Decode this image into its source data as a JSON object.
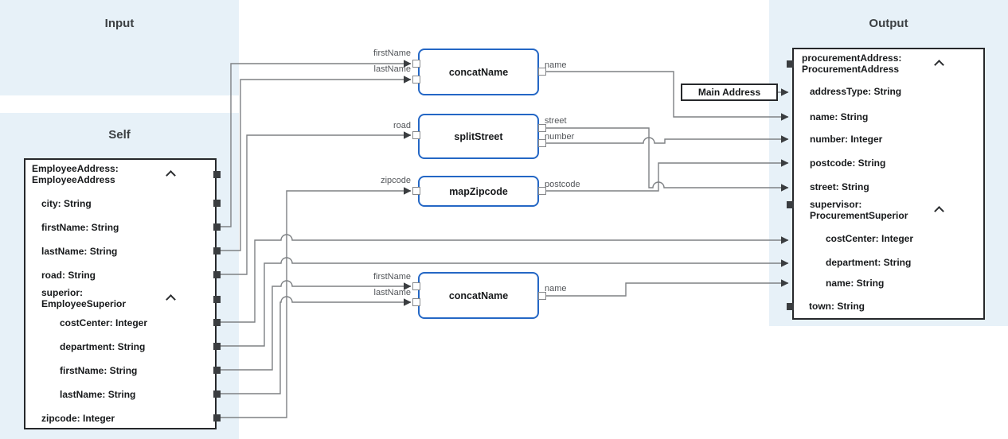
{
  "panels": {
    "input": {
      "title": "Input"
    },
    "self": {
      "title": "Self"
    },
    "output": {
      "title": "Output"
    }
  },
  "self_box": {
    "rows": [
      {
        "l1": "EmployeeAddress:",
        "l2": "EmployeeAddress"
      },
      {
        "l1": "city: String"
      },
      {
        "l1": "firstName: String"
      },
      {
        "l1": "lastName: String"
      },
      {
        "l1": "road: String"
      },
      {
        "l1": "superior:",
        "l2": "EmployeeSuperior"
      },
      {
        "l1": "costCenter: Integer"
      },
      {
        "l1": "department: String"
      },
      {
        "l1": "firstName: String"
      },
      {
        "l1": "lastName: String"
      },
      {
        "l1": "zipcode: Integer"
      }
    ]
  },
  "output_box": {
    "rows": [
      {
        "l1": "procurementAddress:",
        "l2": "ProcurementAddress"
      },
      {
        "l1": "addressType: String"
      },
      {
        "l1": "name: String"
      },
      {
        "l1": "number: Integer"
      },
      {
        "l1": "postcode: String"
      },
      {
        "l1": "street: String"
      },
      {
        "l1": "supervisor:",
        "l2": "ProcurementSuperior"
      },
      {
        "l1": "costCenter: Integer"
      },
      {
        "l1": "department: String"
      },
      {
        "l1": "name: String"
      },
      {
        "l1": "town: String"
      }
    ]
  },
  "functions": [
    {
      "label": "concatName",
      "in1": "firstName",
      "in2": "lastName",
      "out1": "name"
    },
    {
      "label": "splitStreet",
      "in1": "road",
      "out1": "street",
      "out2": "number"
    },
    {
      "label": "mapZipcode",
      "in1": "zipcode",
      "out1": "postcode"
    },
    {
      "label": "concatName",
      "in1": "firstName",
      "in2": "lastName",
      "out1": "name"
    }
  ],
  "annotation": {
    "main_address": "Main Address"
  },
  "colors": {
    "panel_bg": "#e7f1f8",
    "function_border": "#2467c5",
    "wire": "#7e8184",
    "connector": "#3a3d40",
    "box_border": "#26282b"
  }
}
